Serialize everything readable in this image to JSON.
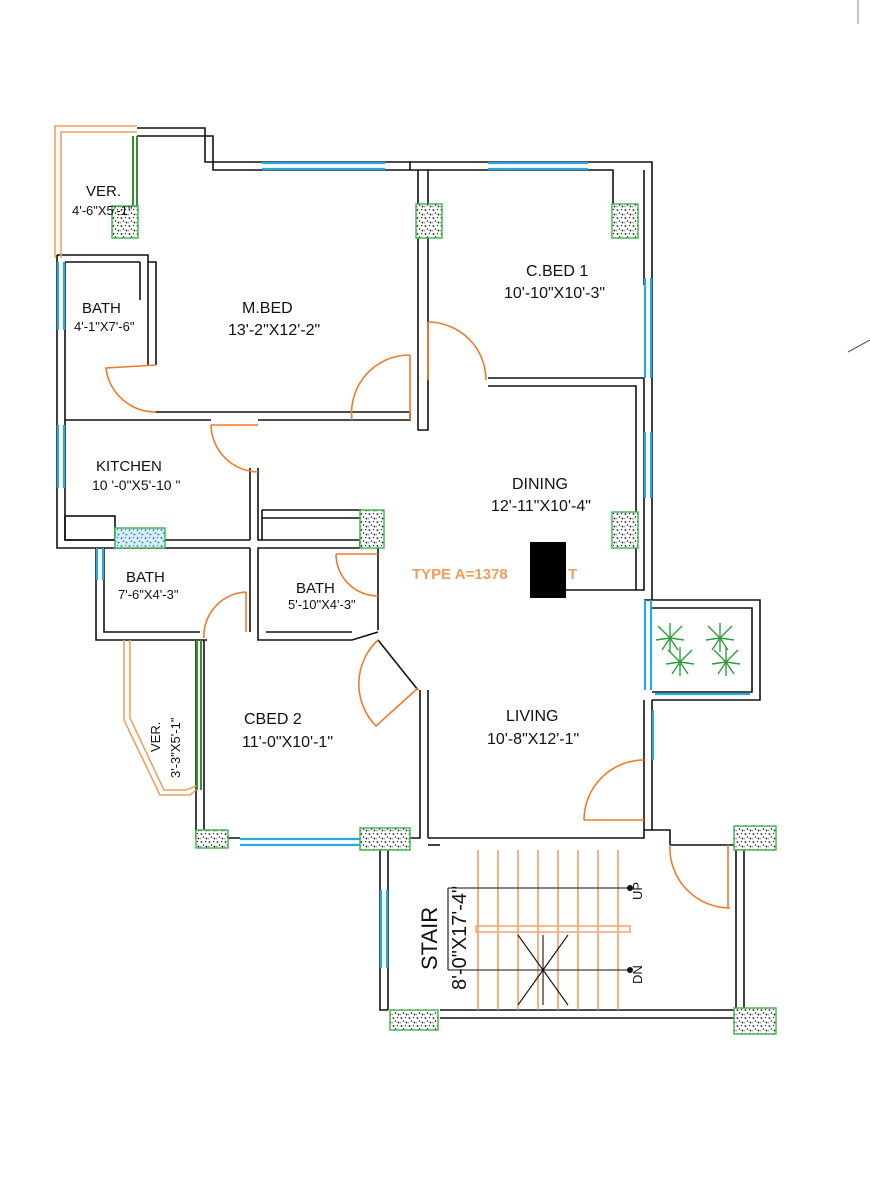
{
  "rooms": {
    "verandah_top": {
      "name": "VER.",
      "size": "4'-6\"X5'-1\""
    },
    "bath_master": {
      "name": "BATH",
      "size": "4'-1\"X7'-6\""
    },
    "master_bed": {
      "name": "M.BED",
      "size": "13'-2\"X12'-2\""
    },
    "child_bed_1": {
      "name": "C.BED 1",
      "size": "10'-10\"X10'-3\""
    },
    "kitchen": {
      "name": "KITCHEN",
      "size": "10 '-0\"X5'-10 \""
    },
    "dining": {
      "name": "DINING",
      "size": "12'-11\"X10'-4\""
    },
    "bath_left": {
      "name": "BATH",
      "size": "7'-6\"X4'-3\""
    },
    "bath_center": {
      "name": "BATH",
      "size": "5'-10\"X4'-3\""
    },
    "child_bed_2": {
      "name": "CBED 2",
      "size": "11'-0\"X10'-1\""
    },
    "verandah_side": {
      "name": "VER.",
      "size": "3'-3\"X5'-1\""
    },
    "living": {
      "name": "LIVING",
      "size": "10'-8\"X12'-1\""
    },
    "stair": {
      "name": "STAIR",
      "size": "8'-0\"X17'-4\"",
      "up": "UP",
      "down": "DN"
    }
  },
  "type_label": "TYPE A=1378",
  "type_label_suffix": "T",
  "colors": {
    "wall": "#111111",
    "window": "#29a8e0",
    "door": "#f07a2a",
    "column": "#3cb34a",
    "plant": "#2f9e3a",
    "type_label": "#f39c5a",
    "redaction": "#000000"
  }
}
